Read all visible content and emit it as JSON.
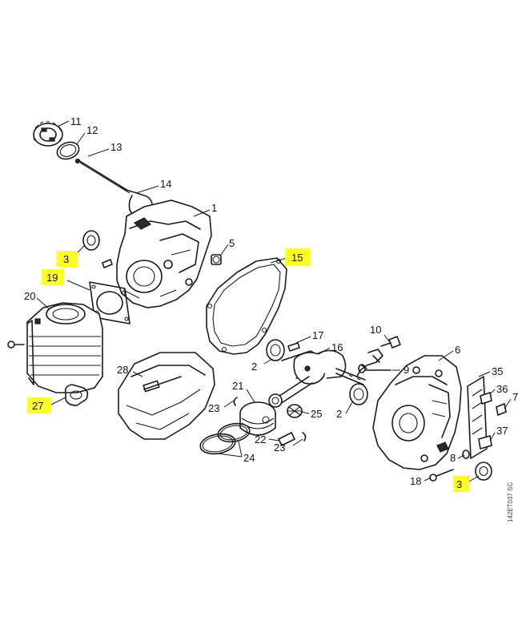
{
  "diagram": {
    "drawing_code": "142ET037 SC",
    "highlight_color": "#ffff22",
    "callouts": [
      {
        "id": "c11",
        "label": "11",
        "highlighted": false
      },
      {
        "id": "c12",
        "label": "12",
        "highlighted": false
      },
      {
        "id": "c13",
        "label": "13",
        "highlighted": false
      },
      {
        "id": "c14",
        "label": "14",
        "highlighted": false
      },
      {
        "id": "c1",
        "label": "1",
        "highlighted": false
      },
      {
        "id": "c5",
        "label": "5",
        "highlighted": false
      },
      {
        "id": "c3a",
        "label": "3",
        "highlighted": true
      },
      {
        "id": "c19",
        "label": "19",
        "highlighted": true
      },
      {
        "id": "c15",
        "label": "15",
        "highlighted": true
      },
      {
        "id": "c20",
        "label": "20",
        "highlighted": false
      },
      {
        "id": "c17",
        "label": "17",
        "highlighted": false
      },
      {
        "id": "c16",
        "label": "16",
        "highlighted": false
      },
      {
        "id": "c10",
        "label": "10",
        "highlighted": false
      },
      {
        "id": "c6",
        "label": "6",
        "highlighted": false
      },
      {
        "id": "c2a",
        "label": "2",
        "highlighted": false
      },
      {
        "id": "c9",
        "label": "9",
        "highlighted": false
      },
      {
        "id": "c28",
        "label": "28",
        "highlighted": false
      },
      {
        "id": "c35",
        "label": "35",
        "highlighted": false
      },
      {
        "id": "c21",
        "label": "21",
        "highlighted": false
      },
      {
        "id": "c36",
        "label": "36",
        "highlighted": false
      },
      {
        "id": "c27",
        "label": "27",
        "highlighted": true
      },
      {
        "id": "c23a",
        "label": "23",
        "highlighted": false
      },
      {
        "id": "c25",
        "label": "25",
        "highlighted": false
      },
      {
        "id": "c2b",
        "label": "2",
        "highlighted": false
      },
      {
        "id": "c7",
        "label": "7",
        "highlighted": false
      },
      {
        "id": "c22",
        "label": "22",
        "highlighted": false
      },
      {
        "id": "c37",
        "label": "37",
        "highlighted": false
      },
      {
        "id": "c23b",
        "label": "23",
        "highlighted": false
      },
      {
        "id": "c24",
        "label": "24",
        "highlighted": false
      },
      {
        "id": "c8",
        "label": "8",
        "highlighted": false
      },
      {
        "id": "c18",
        "label": "18",
        "highlighted": false
      },
      {
        "id": "c3b",
        "label": "3",
        "highlighted": true
      }
    ]
  }
}
